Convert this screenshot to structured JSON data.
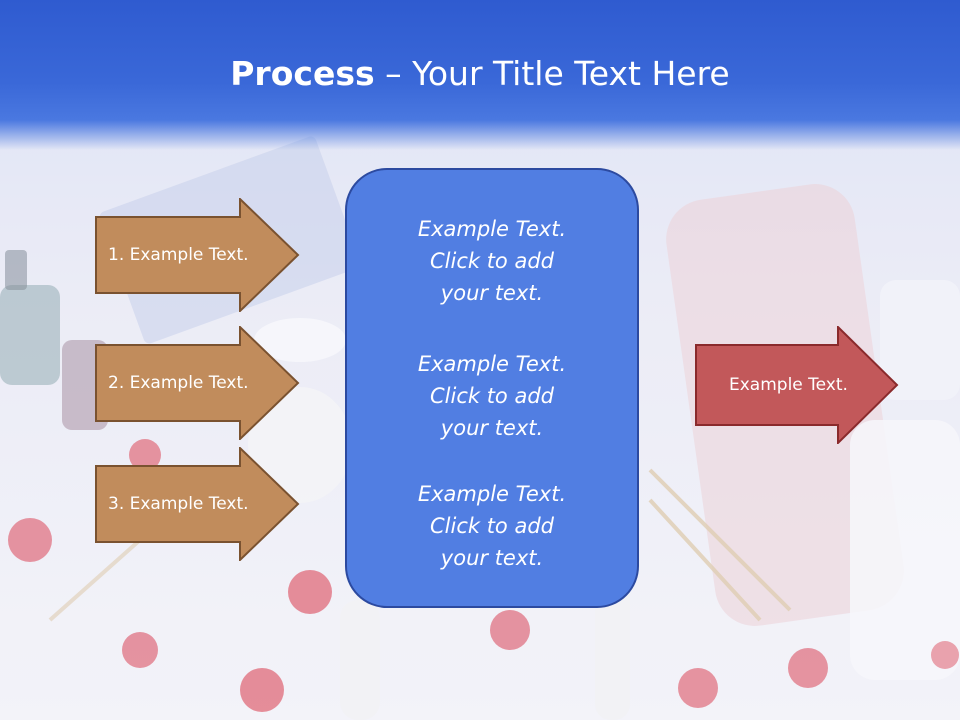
{
  "title": {
    "bold": "Process",
    "rest": " – Your Title Text Here"
  },
  "left_steps": [
    {
      "label": "1. Example Text."
    },
    {
      "label": "2. Example Text."
    },
    {
      "label": "3. Example Text."
    }
  ],
  "center_box": {
    "paragraphs": [
      "Example Text.\nClick  to add\nyour text.",
      "Example Text.\nClick  to add\nyour text.",
      "Example Text.\nClick  to add\nyour text."
    ]
  },
  "result": {
    "label": "Example Text."
  },
  "colors": {
    "header": "#3a68d8",
    "step_fill": "#c18c5c",
    "step_stroke": "#7a5230",
    "center_fill": "#517ee2",
    "result_fill": "#c2585a",
    "result_stroke": "#8a2a2c"
  }
}
